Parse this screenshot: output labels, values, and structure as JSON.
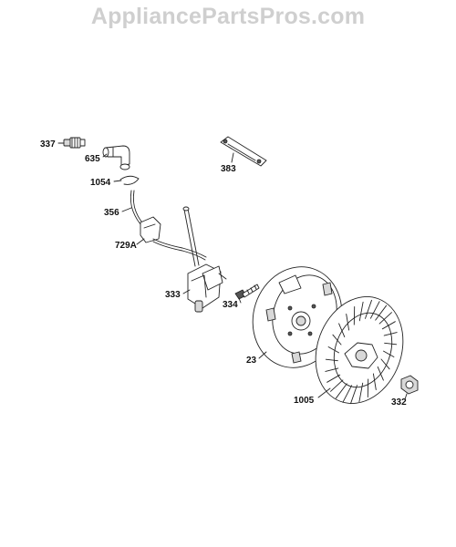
{
  "watermark": "AppliancePartsPros.com",
  "callouts": {
    "p337": "337",
    "p635": "635",
    "p1054": "1054",
    "p356": "356",
    "p729a": "729A",
    "p333": "333",
    "p334": "334",
    "p23": "23",
    "p1005": "1005",
    "p332": "332",
    "p383": "383"
  }
}
